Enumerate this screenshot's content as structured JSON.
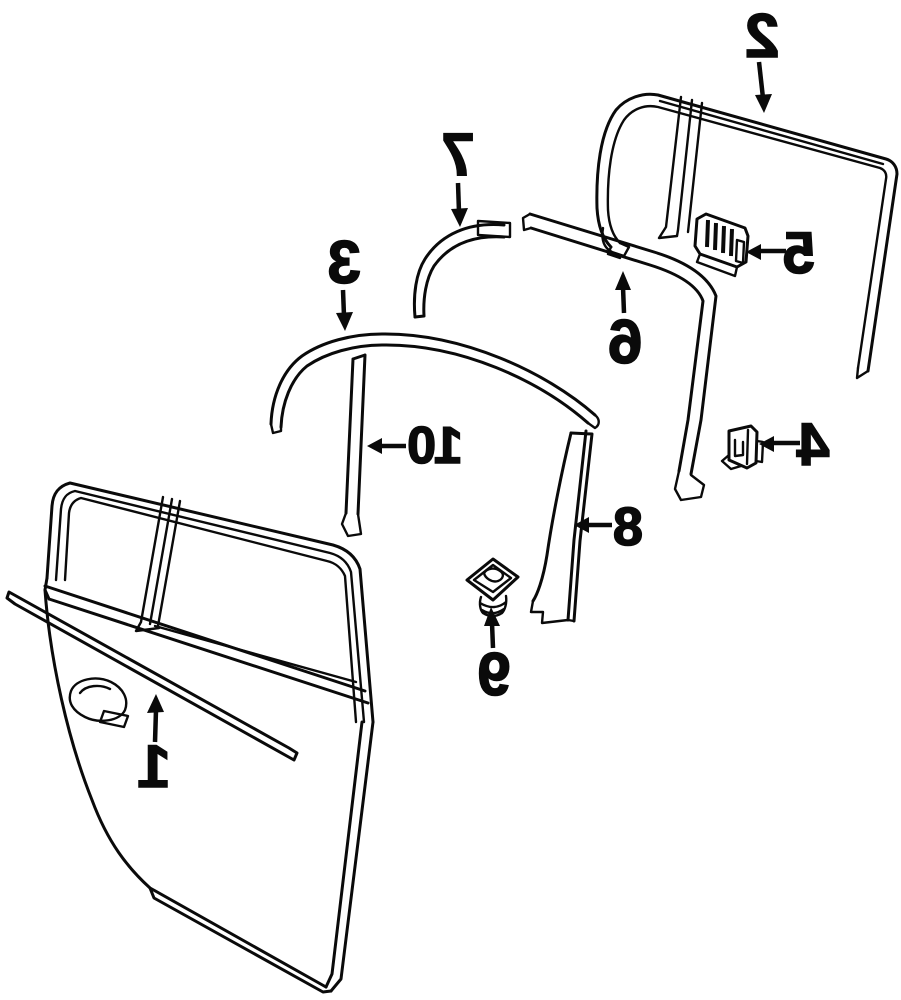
{
  "figure": {
    "background": "#ffffff",
    "ink": "#0a0a0a",
    "callouts": [
      {
        "number": "1"
      },
      {
        "number": "2"
      },
      {
        "number": "3"
      },
      {
        "number": "4"
      },
      {
        "number": "5"
      },
      {
        "number": "6"
      },
      {
        "number": "7"
      },
      {
        "number": "8"
      },
      {
        "number": "9"
      },
      {
        "number": "10"
      }
    ]
  }
}
